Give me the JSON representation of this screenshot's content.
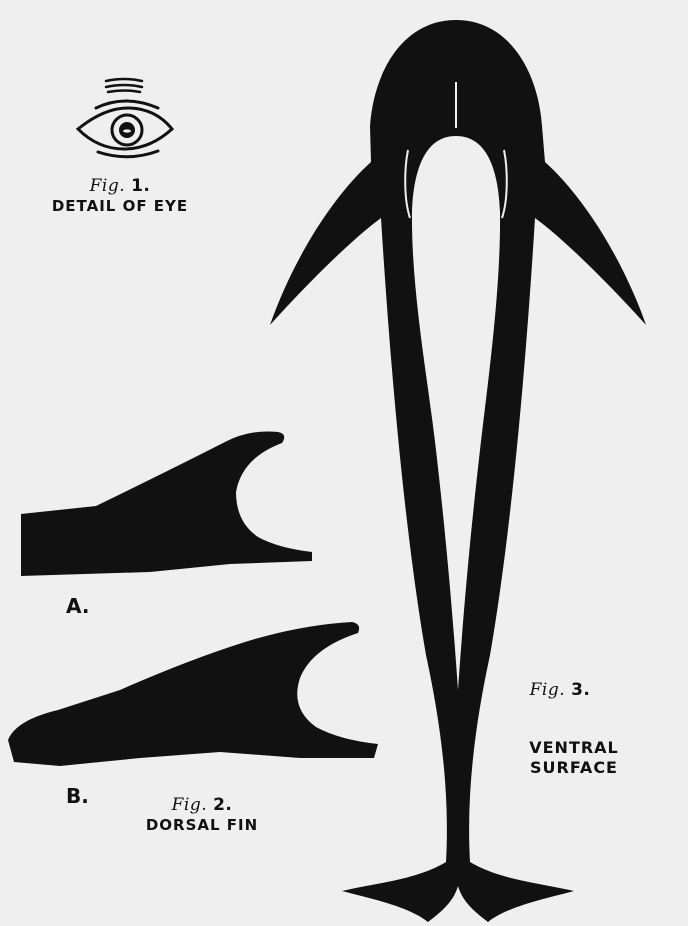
{
  "figure1": {
    "fig_prefix": "Fig.",
    "fig_number": "1.",
    "title": "DETAIL OF EYE"
  },
  "figure2": {
    "fig_prefix": "Fig.",
    "fig_number": "2.",
    "title": "DORSAL FIN",
    "label_a": "A.",
    "label_b": "B."
  },
  "figure3": {
    "fig_prefix": "Fig.",
    "fig_number": "3.",
    "title_line1": "VENTRAL",
    "title_line2": "SURFACE"
  },
  "colors": {
    "paper": "#efefef",
    "ink": "#111111"
  }
}
